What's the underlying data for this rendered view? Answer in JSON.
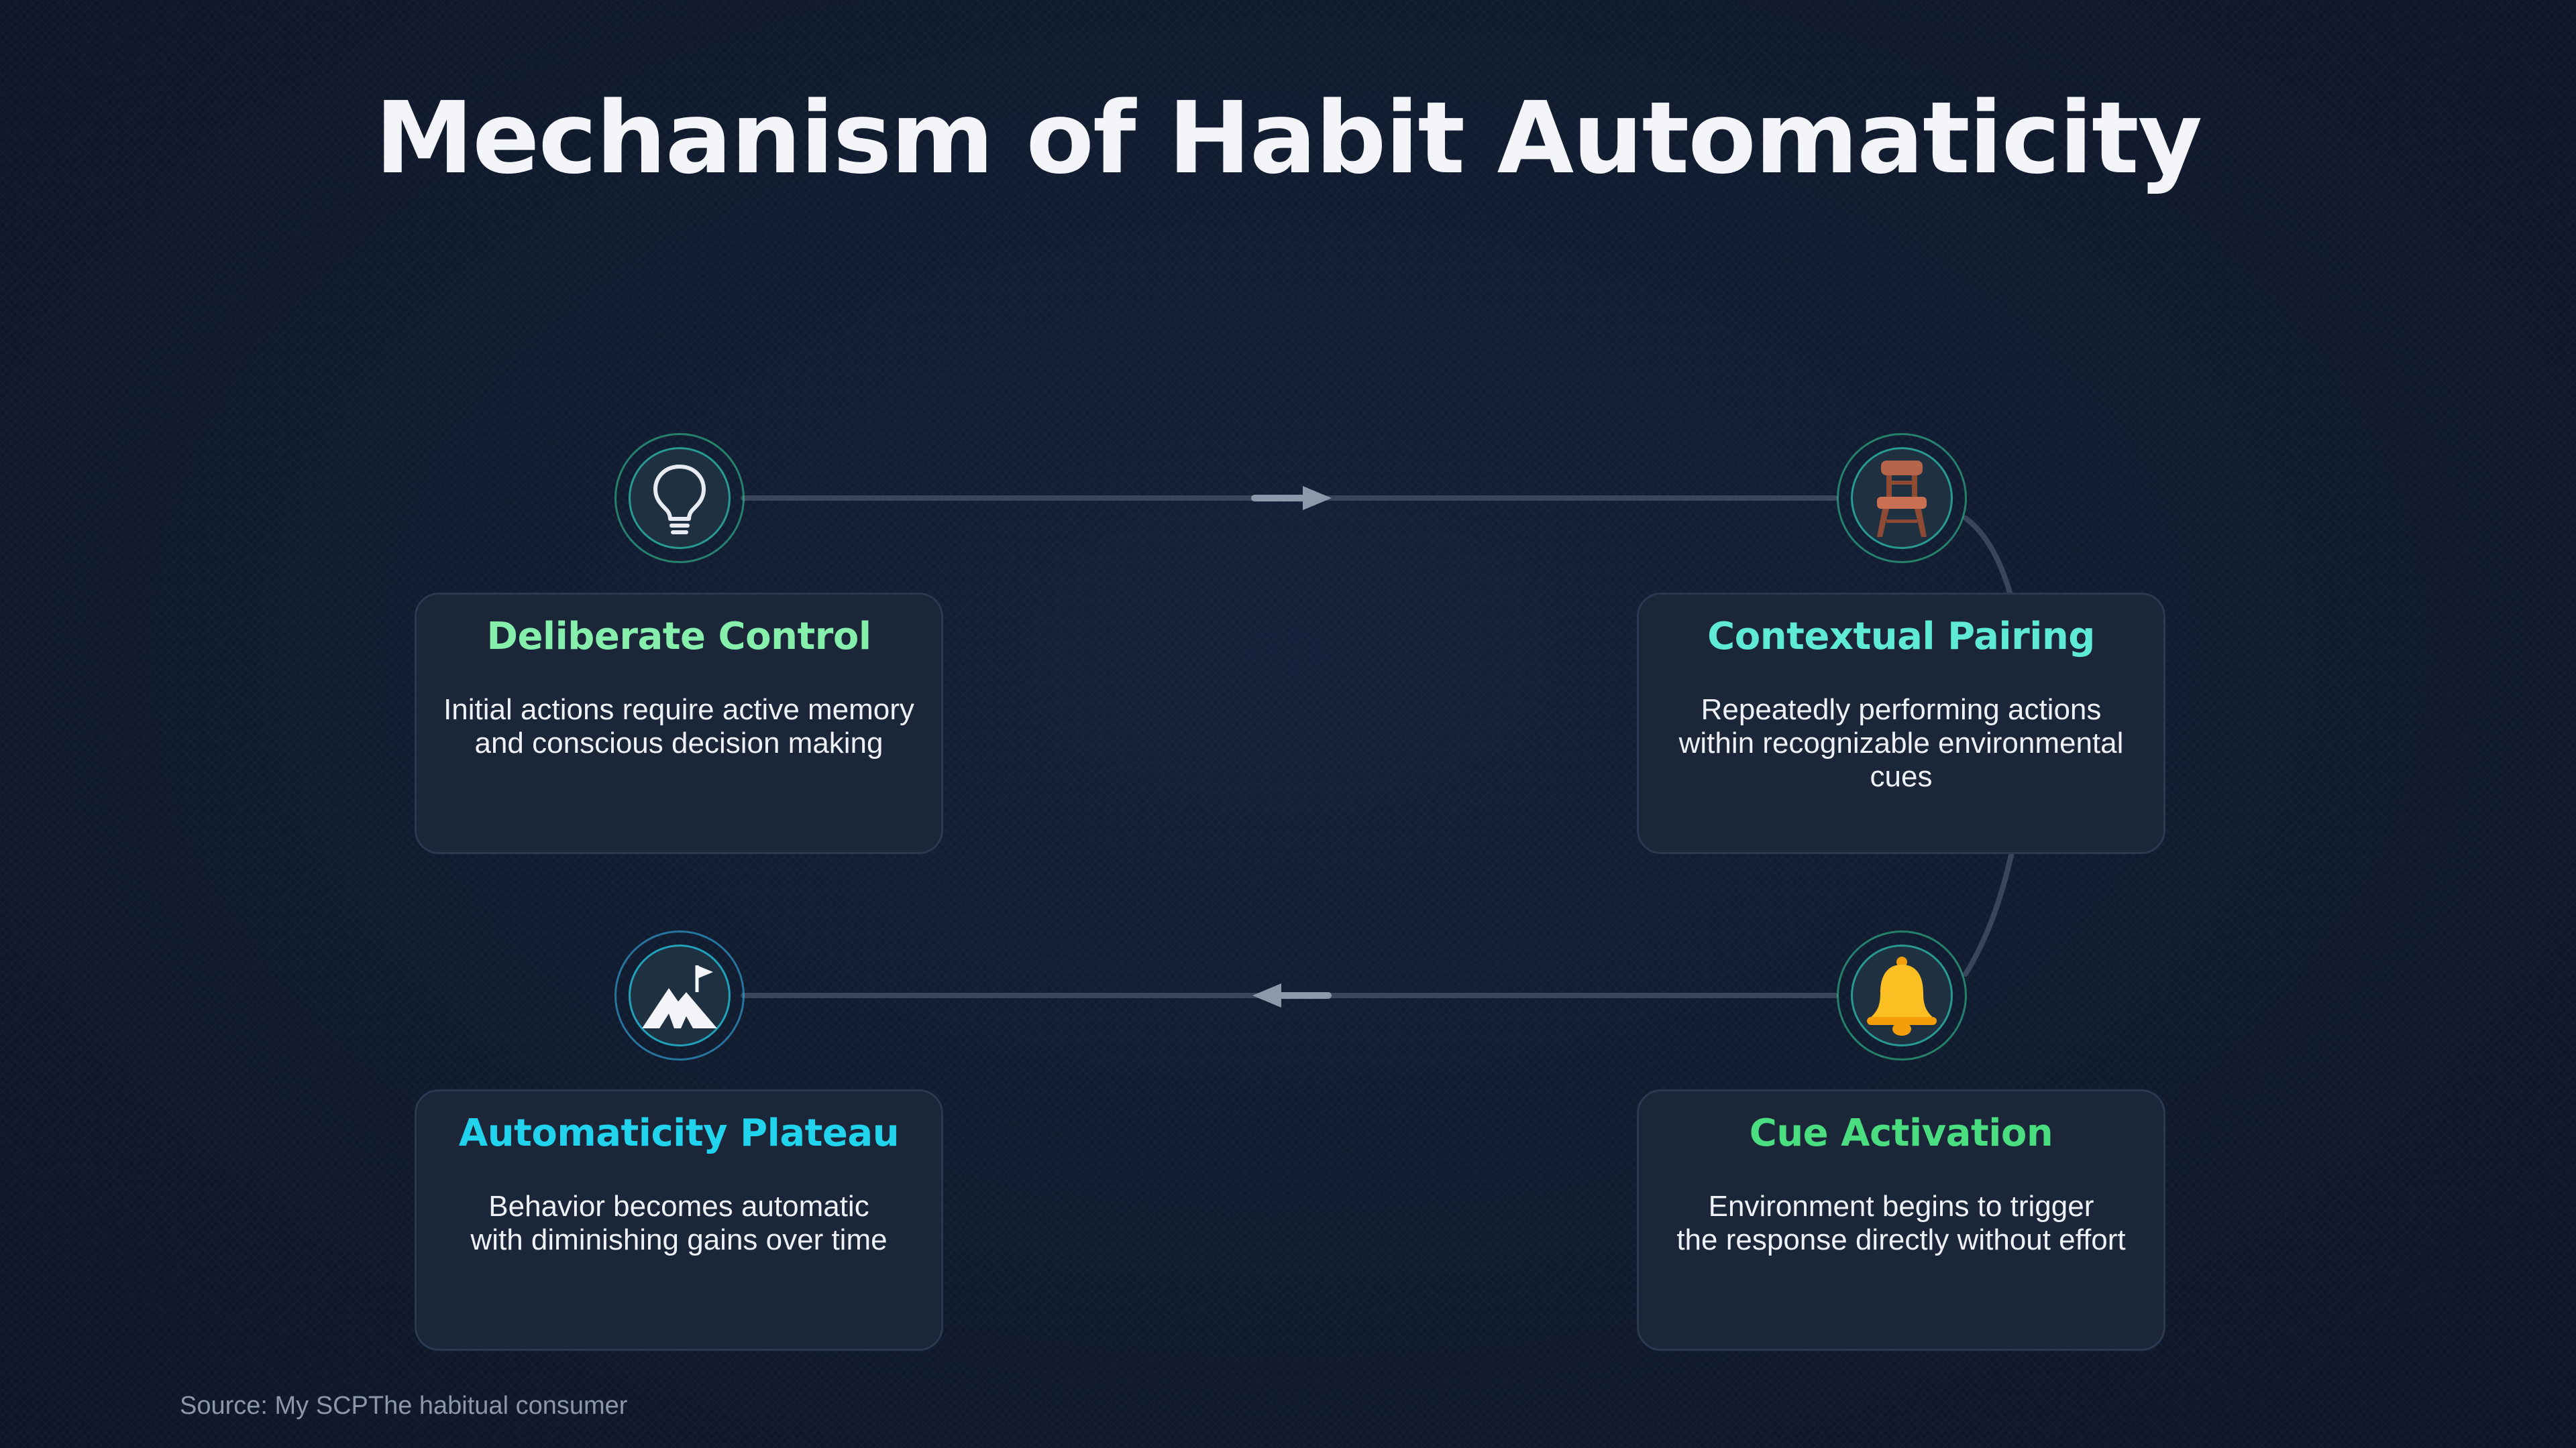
{
  "title": "Mechanism of Habit Automaticity",
  "colors": {
    "background": "#101a2d",
    "connector": "#39465a",
    "arrow": "#8d99aa",
    "green": "#86efac",
    "teal": "#5eead4",
    "cyan": "#22d3ee",
    "emerald": "#4ade80"
  },
  "steps": [
    {
      "icon": "lightbulb-icon",
      "heading": "Deliberate Control",
      "color": "#86efac",
      "description": "Initial actions require active memory\nand conscious decision making"
    },
    {
      "icon": "chair-icon",
      "heading": "Contextual Pairing",
      "color": "#5eead4",
      "description": "Repeatedly performing actions\nwithin recognizable environmental cues"
    },
    {
      "icon": "bell-icon",
      "heading": "Cue Activation",
      "color": "#4ade80",
      "description": "Environment begins to trigger\nthe response directly without effort"
    },
    {
      "icon": "mountain-flag-icon",
      "heading": "Automaticity Plateau",
      "color": "#22d3ee",
      "description": "Behavior becomes automatic\nwith diminishing gains over time"
    }
  ],
  "source": "Source: My SCPThe habitual consumer"
}
